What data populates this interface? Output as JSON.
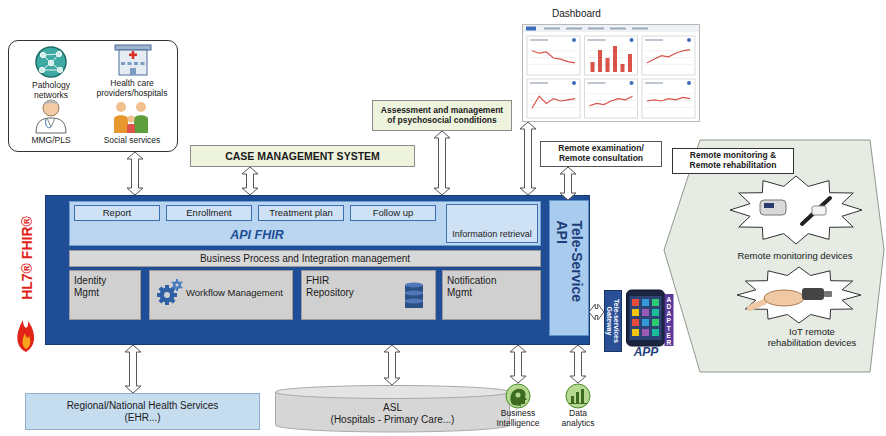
{
  "diagram": {
    "nodes": [
      {
        "text": [
          "Pathology networks",
          "Health care providers/hospitals",
          "MMG/PLS",
          "Social services"
        ]
      },
      {
        "text": [
          "Dashboard"
        ]
      },
      {
        "text": [
          "CASE MANAGEMENT SYSTEM"
        ]
      },
      {
        "text": [
          "Assessment and management of psychosocial conditions"
        ]
      },
      {
        "text": [
          "Remote examination/ Remote consultation"
        ]
      },
      {
        "text": [
          "Remote monitoring devices",
          "IoT remote rehabilitation devices"
        ]
      },
      {
        "text": [
          "Remote monitoring & Remote rehabilitation"
        ],
        "in": 5
      },
      {
        "text": [
          "HL7® FHIR®"
        ]
      },
      {
        "text": [
          "API FHIR"
        ],
        "in": 7
      },
      {
        "text": [
          "Report"
        ],
        "in": 8
      },
      {
        "text": [
          "Enrollment"
        ],
        "in": 8
      },
      {
        "text": [
          "Treatment plan"
        ],
        "in": 8
      },
      {
        "text": [
          "Follow up"
        ],
        "in": 8
      },
      {
        "text": [
          "Information retrieval"
        ],
        "in": 8
      },
      {
        "text": [
          "Business Process and Integration management"
        ],
        "in": 7
      },
      {
        "text": [
          "Identity Mgmt"
        ],
        "in": 7
      },
      {
        "text": [
          "Workflow Management"
        ],
        "in": 7
      },
      {
        "text": [
          "FHIR Repository"
        ],
        "in": 7
      },
      {
        "text": [
          "Notification Mgmt"
        ],
        "in": 7
      },
      {
        "text": [
          "Tele-Service API"
        ],
        "in": 7
      },
      {
        "text": [
          "Tele-services Gateway"
        ]
      },
      {
        "text": [
          "ADAPTER",
          "APP"
        ]
      },
      {
        "text": [
          "Regional/National Health Services",
          "(EHR...)"
        ]
      },
      {
        "text": [
          "ASL",
          "(Hospitals - Primary Care...)"
        ]
      },
      {
        "text": [
          "Business Intelligence"
        ]
      },
      {
        "text": [
          "Data analytics"
        ]
      }
    ],
    "edges": [
      {
        "from": 0,
        "to": 7,
        "arrow": "both"
      },
      {
        "from": 1,
        "to": 7,
        "arrow": "both"
      },
      {
        "from": 2,
        "to": 7,
        "arrow": "both"
      },
      {
        "from": 3,
        "to": 7,
        "arrow": "both"
      },
      {
        "from": 4,
        "to": 19,
        "arrow": "both"
      },
      {
        "from": 19,
        "to": 20,
        "arrow": "both"
      },
      {
        "from": 7,
        "to": 22,
        "arrow": "both"
      },
      {
        "from": 7,
        "to": 23,
        "arrow": "both"
      },
      {
        "from": 7,
        "to": 24,
        "arrow": "both"
      },
      {
        "from": 7,
        "to": 25,
        "arrow": "both"
      }
    ]
  }
}
